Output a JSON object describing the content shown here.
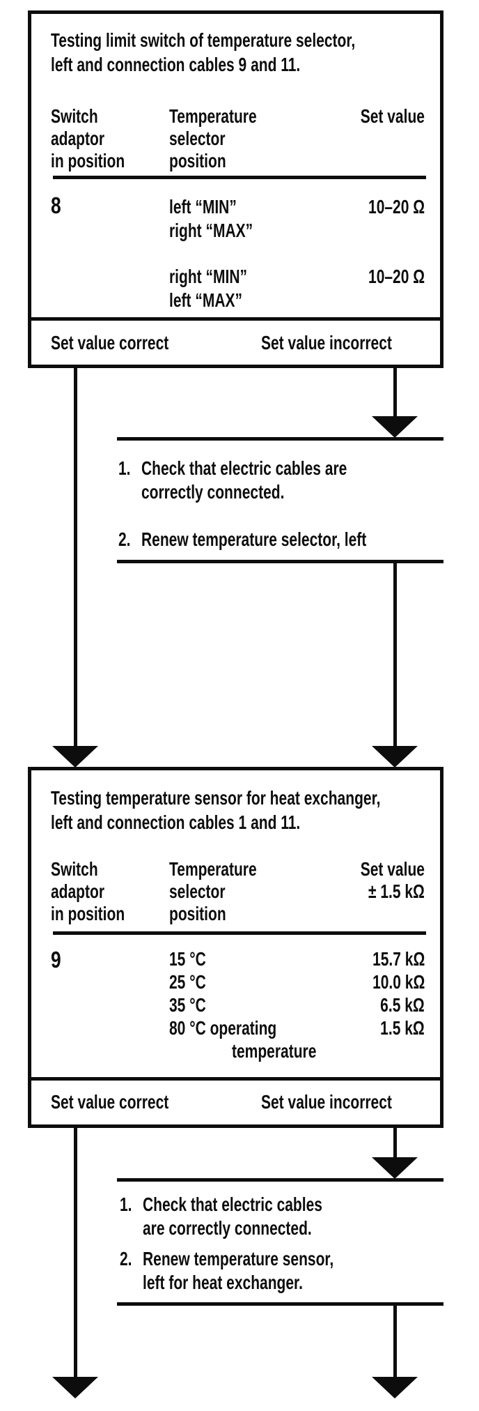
{
  "colors": {
    "ink": "#0d0d0d",
    "paper": "#ffffff"
  },
  "box1": {
    "title": [
      "Testing limit switch of temperature selector,",
      "left and connection cables 9 and 11."
    ],
    "header": {
      "col1": [
        "Switch",
        "adaptor",
        "in position"
      ],
      "col2": [
        "Temperature",
        "selector",
        "position"
      ],
      "col3": [
        "Set value"
      ]
    },
    "adaptor": "8",
    "groups": [
      {
        "sel": [
          "left “MIN”",
          "right “MAX”"
        ],
        "value": "10–20 Ω"
      },
      {
        "sel": [
          "right “MIN”",
          "left “MAX”"
        ],
        "value": "10–20 Ω"
      }
    ],
    "outcome_correct": "Set value correct",
    "outcome_incorrect": "Set value incorrect"
  },
  "remedy1": {
    "step1": {
      "num": "1.",
      "lines": [
        "Check that electric cables are",
        "correctly connected."
      ]
    },
    "step2": {
      "num": "2.",
      "lines": [
        "Renew temperature selector, left"
      ]
    }
  },
  "box2": {
    "title": [
      "Testing temperature sensor for heat exchanger,",
      "left and connection cables 1 and 11."
    ],
    "header": {
      "col1": [
        "Switch",
        "adaptor",
        "in position"
      ],
      "col2": [
        "Temperature",
        "selector",
        "position"
      ],
      "col3": [
        "Set value",
        "± 1.5 kΩ"
      ]
    },
    "adaptor": "9",
    "rows": [
      {
        "temp": "15 °C",
        "value": "15.7 kΩ"
      },
      {
        "temp": "25 °C",
        "value": "10.0 kΩ"
      },
      {
        "temp": "35 °C",
        "value": "6.5 kΩ"
      },
      {
        "temp": "80 °C  operating",
        "value": "1.5 kΩ"
      }
    ],
    "temp_continuation": "temperature",
    "outcome_correct": "Set value correct",
    "outcome_incorrect": "Set value incorrect"
  },
  "remedy2": {
    "step1": {
      "num": "1.",
      "lines": [
        "Check that electric cables",
        "are correctly connected."
      ]
    },
    "step2": {
      "num": "2.",
      "lines": [
        "Renew temperature sensor,",
        "left for heat exchanger."
      ]
    }
  }
}
